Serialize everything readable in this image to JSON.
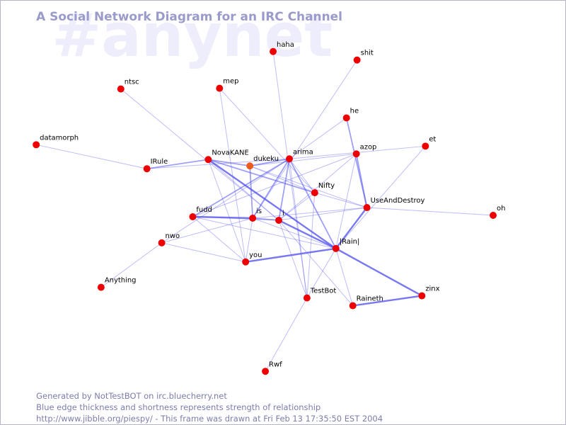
{
  "watermark": "#anynet",
  "title": "A Social Network Diagram for an IRC Channel",
  "footer": [
    "Generated by NotTestBOT on irc.bluecherry.net",
    "Blue edge thickness and shortness represents strength of relationship",
    "http://www.jibble.org/piespy/ - This frame was drawn at Fri Feb 13 17:35:50 EST 2004"
  ],
  "colors": {
    "node": "#ee0000",
    "highlight_node": "#ee5a1a",
    "edge": "#5252ee"
  },
  "nodes": [
    {
      "id": "haha",
      "label": "haha"
    },
    {
      "id": "shit",
      "label": "shit"
    },
    {
      "id": "ntsc",
      "label": "ntsc"
    },
    {
      "id": "mep",
      "label": "mep"
    },
    {
      "id": "he",
      "label": "he"
    },
    {
      "id": "datamorph",
      "label": "datamorph"
    },
    {
      "id": "et",
      "label": "et"
    },
    {
      "id": "azop",
      "label": "azop"
    },
    {
      "id": "NovaKANE",
      "label": "NovaKANE"
    },
    {
      "id": "dukeku",
      "label": "dukeku",
      "highlight": true
    },
    {
      "id": "arima",
      "label": "arima"
    },
    {
      "id": "IRule",
      "label": "IRule"
    },
    {
      "id": "Nifty",
      "label": "Nifty"
    },
    {
      "id": "UseAndDestroy",
      "label": "UseAndDestroy"
    },
    {
      "id": "oh",
      "label": "oh"
    },
    {
      "id": "fudd",
      "label": "fudd"
    },
    {
      "id": "is",
      "label": "is"
    },
    {
      "id": "i",
      "label": "i"
    },
    {
      "id": "nwo",
      "label": "nwo"
    },
    {
      "id": "Rain",
      "label": "|Rain|"
    },
    {
      "id": "you",
      "label": "you"
    },
    {
      "id": "Anything",
      "label": "Anything"
    },
    {
      "id": "TestBot",
      "label": "TestBot"
    },
    {
      "id": "zinx",
      "label": "zinx"
    },
    {
      "id": "Raineth",
      "label": "Raineth"
    },
    {
      "id": "Rwf",
      "label": "Rwf"
    }
  ],
  "edges": [
    {
      "source": "haha",
      "target": "TestBot",
      "strength": 1
    },
    {
      "source": "shit",
      "target": "is",
      "strength": 1
    },
    {
      "source": "ntsc",
      "target": "i",
      "strength": 1
    },
    {
      "source": "mep",
      "target": "you",
      "strength": 1
    },
    {
      "source": "mep",
      "target": "Nifty",
      "strength": 1
    },
    {
      "source": "he",
      "target": "UseAndDestroy",
      "strength": 2
    },
    {
      "source": "he",
      "target": "arima",
      "strength": 1
    },
    {
      "source": "datamorph",
      "target": "IRule",
      "strength": 1
    },
    {
      "source": "et",
      "target": "arima",
      "strength": 1
    },
    {
      "source": "et",
      "target": "Rain",
      "strength": 1
    },
    {
      "source": "azop",
      "target": "UseAndDestroy",
      "strength": 2
    },
    {
      "source": "azop",
      "target": "dukeku",
      "strength": 1
    },
    {
      "source": "azop",
      "target": "i",
      "strength": 1
    },
    {
      "source": "azop",
      "target": "fudd",
      "strength": 1
    },
    {
      "source": "azop",
      "target": "Rain",
      "strength": 1
    },
    {
      "source": "IRule",
      "target": "NovaKANE",
      "strength": 2
    },
    {
      "source": "IRule",
      "target": "arima",
      "strength": 1
    },
    {
      "source": "NovaKANE",
      "target": "dukeku",
      "strength": 2
    },
    {
      "source": "NovaKANE",
      "target": "Rain",
      "strength": 3
    },
    {
      "source": "NovaKANE",
      "target": "Nifty",
      "strength": 2
    },
    {
      "source": "NovaKANE",
      "target": "you",
      "strength": 1
    },
    {
      "source": "NovaKANE",
      "target": "i",
      "strength": 1
    },
    {
      "source": "dukeku",
      "target": "arima",
      "strength": 2
    },
    {
      "source": "dukeku",
      "target": "is",
      "strength": 2
    },
    {
      "source": "dukeku",
      "target": "Nifty",
      "strength": 1
    },
    {
      "source": "dukeku",
      "target": "UseAndDestroy",
      "strength": 1
    },
    {
      "source": "arima",
      "target": "i",
      "strength": 2
    },
    {
      "source": "arima",
      "target": "Rain",
      "strength": 2
    },
    {
      "source": "arima",
      "target": "fudd",
      "strength": 2
    },
    {
      "source": "arima",
      "target": "is",
      "strength": 2
    },
    {
      "source": "arima",
      "target": "nwo",
      "strength": 1
    },
    {
      "source": "arima",
      "target": "Nifty",
      "strength": 1
    },
    {
      "source": "arima",
      "target": "TestBot",
      "strength": 1
    },
    {
      "source": "Nifty",
      "target": "i",
      "strength": 1
    },
    {
      "source": "Nifty",
      "target": "TestBot",
      "strength": 1
    },
    {
      "source": "Nifty",
      "target": "UseAndDestroy",
      "strength": 1
    },
    {
      "source": "UseAndDestroy",
      "target": "oh",
      "strength": 1
    },
    {
      "source": "UseAndDestroy",
      "target": "Rain",
      "strength": 3
    },
    {
      "source": "UseAndDestroy",
      "target": "i",
      "strength": 1
    },
    {
      "source": "UseAndDestroy",
      "target": "is",
      "strength": 1
    },
    {
      "source": "fudd",
      "target": "is",
      "strength": 3
    },
    {
      "source": "fudd",
      "target": "you",
      "strength": 1
    },
    {
      "source": "fudd",
      "target": "i",
      "strength": 1
    },
    {
      "source": "fudd",
      "target": "Rain",
      "strength": 1
    },
    {
      "source": "is",
      "target": "i",
      "strength": 2
    },
    {
      "source": "is",
      "target": "nwo",
      "strength": 1
    },
    {
      "source": "is",
      "target": "you",
      "strength": 1
    },
    {
      "source": "is",
      "target": "Rain",
      "strength": 1
    },
    {
      "source": "i",
      "target": "Rain",
      "strength": 3
    },
    {
      "source": "i",
      "target": "Raineth",
      "strength": 1
    },
    {
      "source": "i",
      "target": "TestBot",
      "strength": 1
    },
    {
      "source": "nwo",
      "target": "Anything",
      "strength": 1
    },
    {
      "source": "nwo",
      "target": "you",
      "strength": 1
    },
    {
      "source": "Rain",
      "target": "you",
      "strength": 3
    },
    {
      "source": "Rain",
      "target": "zinx",
      "strength": 3
    },
    {
      "source": "Rain",
      "target": "TestBot",
      "strength": 1
    },
    {
      "source": "Rain",
      "target": "Raineth",
      "strength": 1
    },
    {
      "source": "TestBot",
      "target": "Rwf",
      "strength": 1
    },
    {
      "source": "zinx",
      "target": "Raineth",
      "strength": 3
    }
  ]
}
